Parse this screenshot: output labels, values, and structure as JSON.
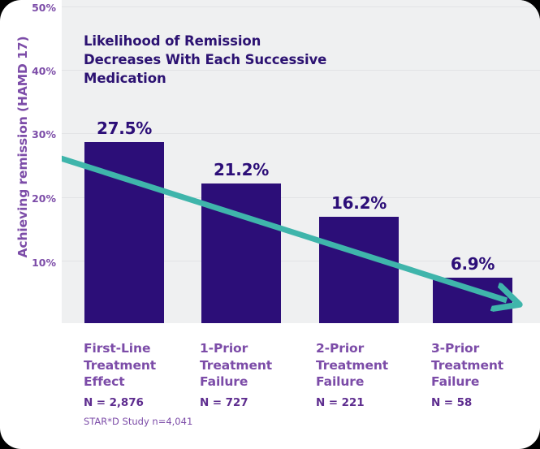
{
  "card": {
    "background": "#ffffff",
    "plot_background": "#eff0f1"
  },
  "colors": {
    "bar": "#2c0e78",
    "trend_line": "#3fb5ab",
    "axis_label": "#7c4ca8",
    "headline": "#2c1272",
    "gridline": "#e2e3e5",
    "n_label": "#5e2d8f"
  },
  "headline": "Likelihood of Remission Decreases With Each Successive Medication",
  "footnote": "STAR*D Study n=4,041",
  "y_axis": {
    "title": "Achieving remission (HAMD 17)",
    "ticks": [
      "50%",
      "40%",
      "30%",
      "20%",
      "10%"
    ]
  },
  "x_labels": [
    {
      "name": "First-Line Treatment Effect",
      "n": "N = 2,876"
    },
    {
      "name": "1-Prior Treatment Failure",
      "n": "N = 727"
    },
    {
      "name": "2-Prior Treatment Failure",
      "n": "N = 221"
    },
    {
      "name": "3-Prior Treatment Failure",
      "n": "N = 58"
    }
  ],
  "bar_values": [
    "27.5%",
    "21.2%",
    "16.2%",
    "6.9%"
  ],
  "chart_data": {
    "type": "bar",
    "title": "Likelihood of Remission Decreases With Each Successive Medication",
    "xlabel": "",
    "ylabel": "Achieving remission (HAMD 17)",
    "ylim": [
      0,
      50
    ],
    "yticks": [
      10,
      20,
      30,
      40,
      50
    ],
    "ytick_labels": [
      "10%",
      "20%",
      "30%",
      "40%",
      "50%"
    ],
    "grid": true,
    "legend": "none",
    "categories": [
      "First-Line Treatment Effect",
      "1-Prior Treatment Failure",
      "2-Prior Treatment Failure",
      "3-Prior Treatment Failure"
    ],
    "values": [
      27.5,
      21.2,
      16.2,
      6.9
    ],
    "data_labels": [
      "27.5%",
      "21.2%",
      "16.2%",
      "6.9%"
    ],
    "sample_sizes": [
      "N = 2,876",
      "N = 727",
      "N = 221",
      "N = 58"
    ],
    "annotations": [
      {
        "type": "arrow",
        "label": "downward trend arrow",
        "color": "#3fb5ab",
        "from_value": 25.6,
        "to_value": 4.9
      },
      {
        "type": "text",
        "label": "STAR*D Study n=4,041"
      }
    ]
  }
}
